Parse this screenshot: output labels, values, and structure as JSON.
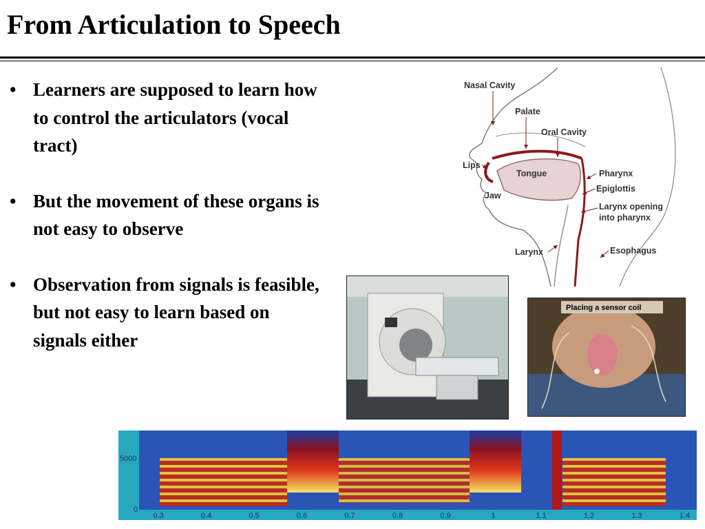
{
  "slide": {
    "title": "From Articulation to Speech",
    "bullets": [
      "Learners are supposed to learn how to control the articulators (vocal tract)",
      "But the movement of these organs is not easy to observe",
      "Observation from signals is feasible, but not easy to learn based on signals either"
    ],
    "bullet_glyph": "•"
  },
  "anatomy": {
    "labels": {
      "nasal_cavity": "Nasal Cavity",
      "palate": "Palate",
      "oral_cavity": "Oral Cavity",
      "lips": "Lips",
      "tongue": "Tongue",
      "jaw": "Jaw",
      "pharynx": "Pharynx",
      "epiglottis": "Epiglottis",
      "larynx_opening_1": "Larynx opening",
      "larynx_opening_2": "into pharynx",
      "larynx": "Larynx",
      "esophagus": "Esophagus"
    }
  },
  "sensor_photo": {
    "caption": "Placing a sensor coil"
  },
  "spectrogram": {
    "y_tick": "5000",
    "y_tick_zero": "0",
    "x_ticks": [
      "0.3",
      "0.4",
      "0.5",
      "0.6",
      "0.7",
      "0.8",
      "0.9",
      "1",
      "1.1",
      "1.2",
      "1.3",
      "1.4"
    ]
  }
}
